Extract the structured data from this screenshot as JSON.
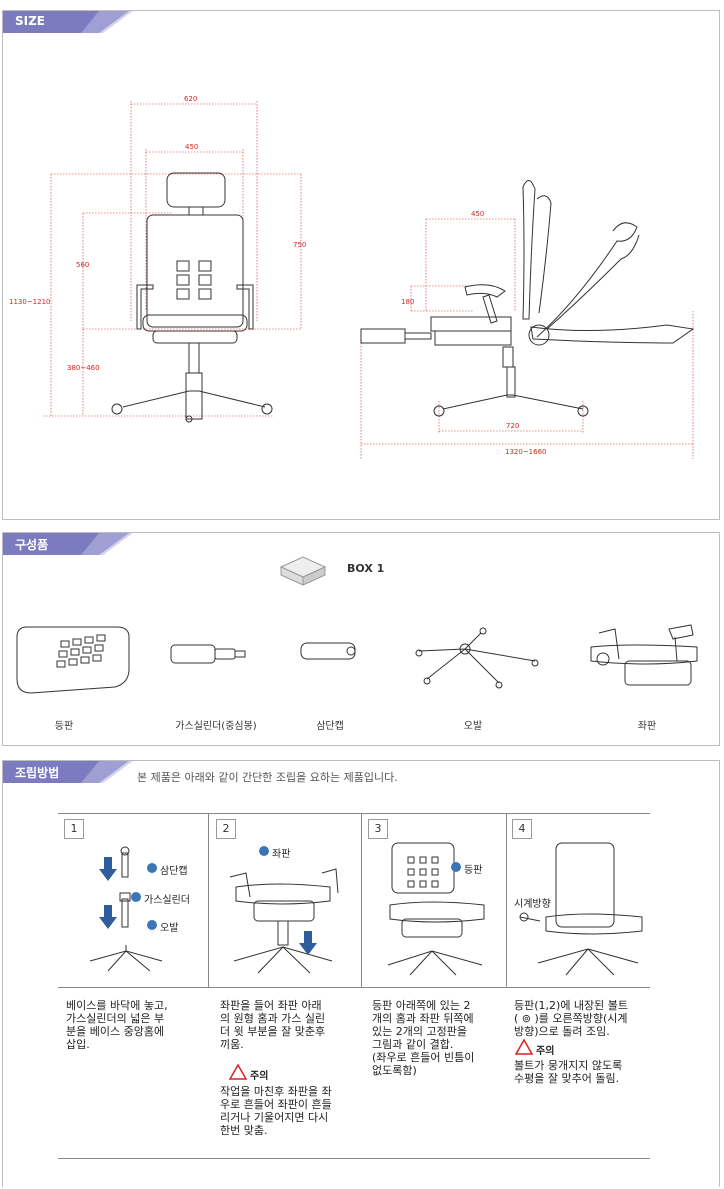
{
  "size_section": {
    "tab": "SIZE",
    "dims_front": {
      "w620": "620",
      "w450": "450",
      "h750": "750",
      "h560": "560",
      "h1130": "1130~1210",
      "h380": "380~460"
    },
    "dims_side": {
      "w450": "450",
      "h180": "180",
      "w720": "720",
      "w1320": "1320~1660"
    }
  },
  "parts_section": {
    "tab": "구성품",
    "box_label": "BOX 1",
    "parts": [
      {
        "label": "등판"
      },
      {
        "label": "가스실린더(중심봉)"
      },
      {
        "label": "삼단캡"
      },
      {
        "label": "오발"
      },
      {
        "label": "좌판"
      }
    ]
  },
  "assembly_section": {
    "tab": "조립방법",
    "intro": "본 제품은 아래와 같이 간단한 조립을 요하는 제품입니다.",
    "steps": [
      {
        "num": "1",
        "callouts": [
          "삼단캡",
          "가스실린더",
          "오발"
        ],
        "desc": [
          "베이스를 바닥에 놓고,",
          "가스실린더의 넓은 부",
          "분을 베이스 중앙홈에",
          "삽입."
        ]
      },
      {
        "num": "2",
        "callouts": [
          "좌판"
        ],
        "desc": [
          "좌판을 들어 좌판 아래",
          "의 원형 홈과 가스 실린",
          "더 윗 부분을 잘 맞춘후",
          "끼움."
        ],
        "warn_label": "주의",
        "warn": [
          "작업을 마친후 좌판을 좌",
          "우로 흔들어 좌판이 흔들",
          "리거나 기울어지면 다시",
          "한번 맞춤."
        ]
      },
      {
        "num": "3",
        "callouts": [
          "등판"
        ],
        "desc": [
          "등판 아래쪽에 있는 2",
          "개의 홈과 좌판 뒤쪽에",
          "있는 2개의 고정판을",
          "그림과 같이 결합.",
          "(좌우로 흔들어 빈틈이",
          "없도록함)"
        ]
      },
      {
        "num": "4",
        "callouts": [
          "시계방향"
        ],
        "desc": [
          "등판(1,2)에 내장된 볼트",
          "( ⊚ )를 오른쪽방향(시계",
          "방향)으로 돌려 조임."
        ],
        "warn_label": "주의",
        "warn": [
          "볼트가 뭉개지지 않도록",
          "수평을 잘 맞추어 돌림."
        ]
      }
    ]
  },
  "colors": {
    "tab": "#7c7bc0",
    "dim": "#dd2222",
    "border": "#bdbdbd"
  }
}
